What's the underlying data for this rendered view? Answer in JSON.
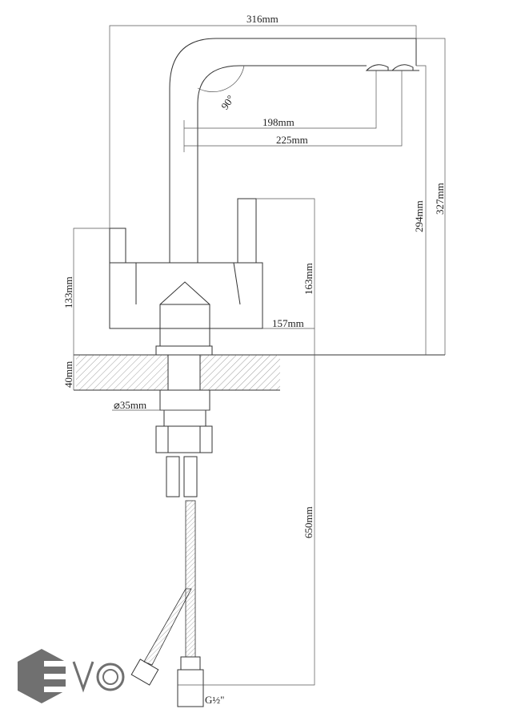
{
  "drawing": {
    "dimensions": {
      "overall_reach": "316mm",
      "outlet_1_reach": "198mm",
      "outlet_2_reach": "225mm",
      "spout_angle": "90°",
      "outlet_1_height": "294mm",
      "overall_height": "327mm",
      "lever_height": "133mm",
      "body_height": "163mm",
      "body_width": "157mm",
      "counter_thickness": "40mm",
      "hole_diameter": "⌀35mm",
      "hose_length": "650mm",
      "thread_size": "G½\""
    }
  },
  "logo": {
    "text": "EVO",
    "color": "#707070"
  }
}
